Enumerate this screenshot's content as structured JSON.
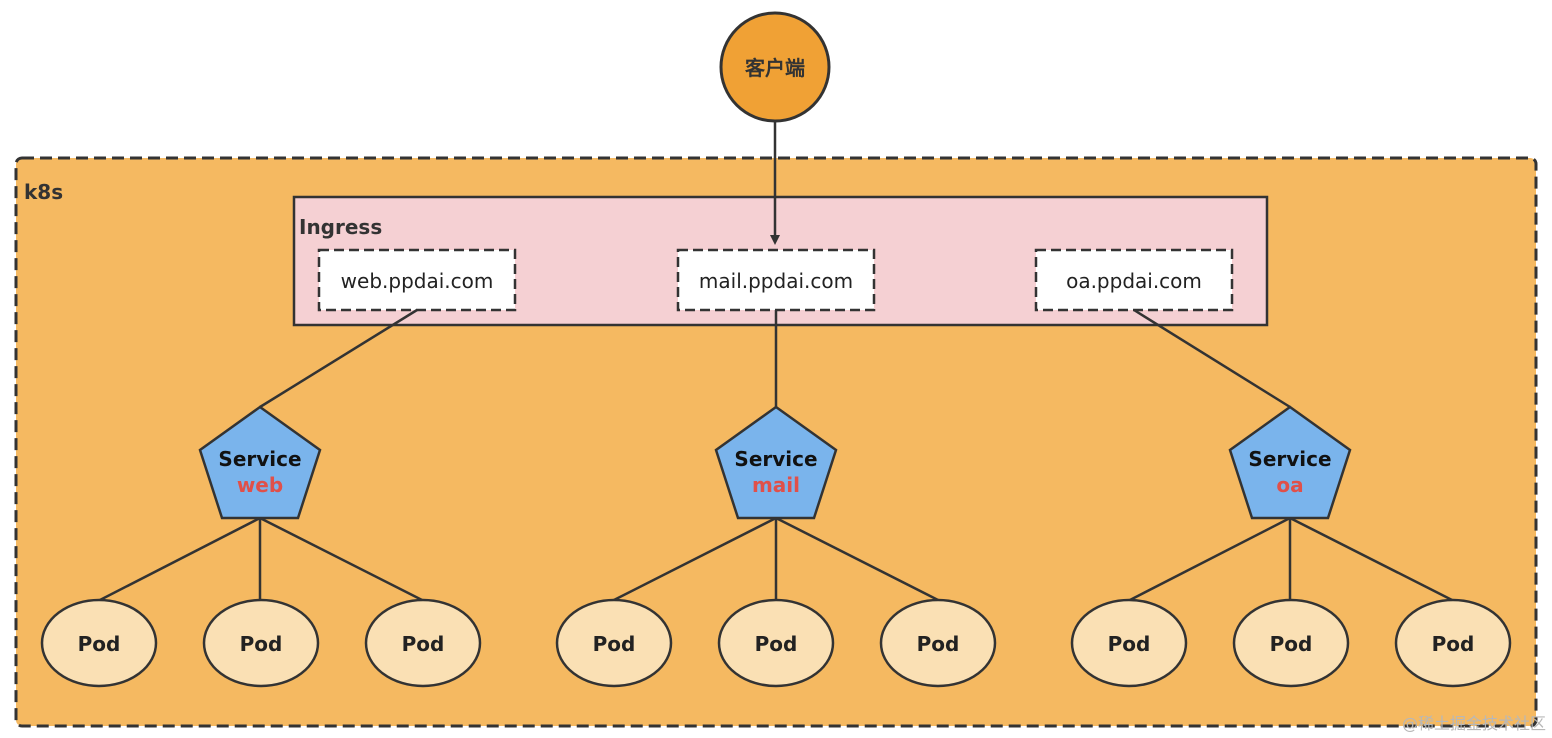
{
  "client": {
    "label": "客户端",
    "color": "#f0a135"
  },
  "cluster": {
    "label": "k8s",
    "color": "#f5b961"
  },
  "ingress": {
    "label": "Ingress",
    "color": "#f5d0d3",
    "hosts": [
      "web.ppdai.com",
      "mail.ppdai.com",
      "oa.ppdai.com"
    ]
  },
  "services": [
    {
      "label": "Service",
      "name": "web",
      "pods": [
        "Pod",
        "Pod",
        "Pod"
      ]
    },
    {
      "label": "Service",
      "name": "mail",
      "pods": [
        "Pod",
        "Pod",
        "Pod"
      ]
    },
    {
      "label": "Service",
      "name": "oa",
      "pods": [
        "Pod",
        "Pod",
        "Pod"
      ]
    }
  ],
  "colors": {
    "service_fill": "#7ab4ec",
    "service_name": "#e0504a",
    "pod_fill": "#fae0b4",
    "line": "#333333"
  },
  "watermark": "@稀土掘金技术社区"
}
